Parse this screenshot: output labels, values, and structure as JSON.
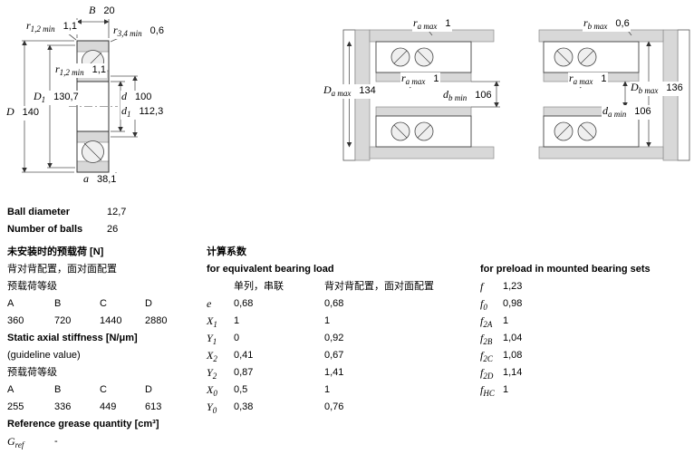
{
  "colors": {
    "drawing_gray": "#d8d8d8",
    "line": "#444444",
    "text": "#000000"
  },
  "dims": {
    "left": {
      "b": {
        "sym": "B",
        "sub": "",
        "val": "20"
      },
      "r12_top": {
        "sym": "r",
        "sub": "1,2 min",
        "val": "1,1"
      },
      "r34": {
        "sym": "r",
        "sub": "3,4 min",
        "val": "0,6"
      },
      "r12_in": {
        "sym": "r",
        "sub": "1,2 min",
        "val": "1,1"
      },
      "D1": {
        "sym": "D",
        "sub": "1",
        "val": "130,7"
      },
      "d": {
        "sym": "d",
        "sub": "",
        "val": "100"
      },
      "d1": {
        "sym": "d",
        "sub": "1",
        "val": "112,3"
      },
      "D": {
        "sym": "D",
        "sub": "",
        "val": "140"
      },
      "a": {
        "sym": "a",
        "sub": "",
        "val": "38,1"
      }
    },
    "middle": {
      "ra_top": {
        "sym": "r",
        "sub": "a max",
        "val": "1"
      },
      "Da": {
        "sym": "D",
        "sub": "a max",
        "val": "134"
      },
      "ra_mid": {
        "sym": "r",
        "sub": "a max",
        "val": "1"
      },
      "db": {
        "sym": "d",
        "sub": "b min",
        "val": "106"
      }
    },
    "right": {
      "rb_top": {
        "sym": "r",
        "sub": "b max",
        "val": "0,6"
      },
      "ra_mid": {
        "sym": "r",
        "sub": "a max",
        "val": "1"
      },
      "Db": {
        "sym": "D",
        "sub": "b max",
        "val": "136"
      },
      "da": {
        "sym": "d",
        "sub": "a min",
        "val": "106"
      }
    }
  },
  "specs": {
    "ball_diameter_label": "Ball diameter",
    "ball_diameter_value": "12,7",
    "number_of_balls_label": "Number of balls",
    "number_of_balls_value": "26"
  },
  "preload": {
    "title": "未安装时的预载荷 [N]",
    "subtitle": "背对背配置，面对面配置",
    "class_label": "预载荷等级",
    "headers": [
      "A",
      "B",
      "C",
      "D"
    ],
    "values": [
      "360",
      "720",
      "1440",
      "2880"
    ]
  },
  "stiffness": {
    "title": "Static axial stiffness [N/μm]",
    "subtitle": "(guideline value)",
    "class_label": "预载荷等级",
    "headers": [
      "A",
      "B",
      "C",
      "D"
    ],
    "values": [
      "255",
      "336",
      "449",
      "613"
    ]
  },
  "grease": {
    "title": "Reference grease quantity [cm³]",
    "sym": "G",
    "sub": "ref",
    "val": "-"
  },
  "calc": {
    "title": "计算系数",
    "subtitle": "for equivalent bearing load",
    "col1_header": "单列，串联",
    "col2_header": "背对背配置，面对面配置",
    "rows": [
      {
        "sym": "e",
        "sub": "",
        "c1": "0,68",
        "c2": "0,68"
      },
      {
        "sym": "X",
        "sub": "1",
        "c1": "1",
        "c2": "1"
      },
      {
        "sym": "Y",
        "sub": "1",
        "c1": "0",
        "c2": "0,92"
      },
      {
        "sym": "X",
        "sub": "2",
        "c1": "0,41",
        "c2": "0,67"
      },
      {
        "sym": "Y",
        "sub": "2",
        "c1": "0,87",
        "c2": "1,41"
      },
      {
        "sym": "X",
        "sub": "0",
        "c1": "0,5",
        "c2": "1"
      },
      {
        "sym": "Y",
        "sub": "0",
        "c1": "0,38",
        "c2": "0,76"
      }
    ]
  },
  "preload_factors": {
    "title": "for preload in mounted bearing sets",
    "rows": [
      {
        "sym": "f",
        "sub": "",
        "val": "1,23"
      },
      {
        "sym": "f",
        "sub": "0",
        "val": "0,98"
      },
      {
        "sym": "f",
        "sub": "2A",
        "val": "1"
      },
      {
        "sym": "f",
        "sub": "2B",
        "val": "1,04"
      },
      {
        "sym": "f",
        "sub": "2C",
        "val": "1,08"
      },
      {
        "sym": "f",
        "sub": "2D",
        "val": "1,14"
      },
      {
        "sym": "f",
        "sub": "HC",
        "val": "1"
      }
    ]
  }
}
